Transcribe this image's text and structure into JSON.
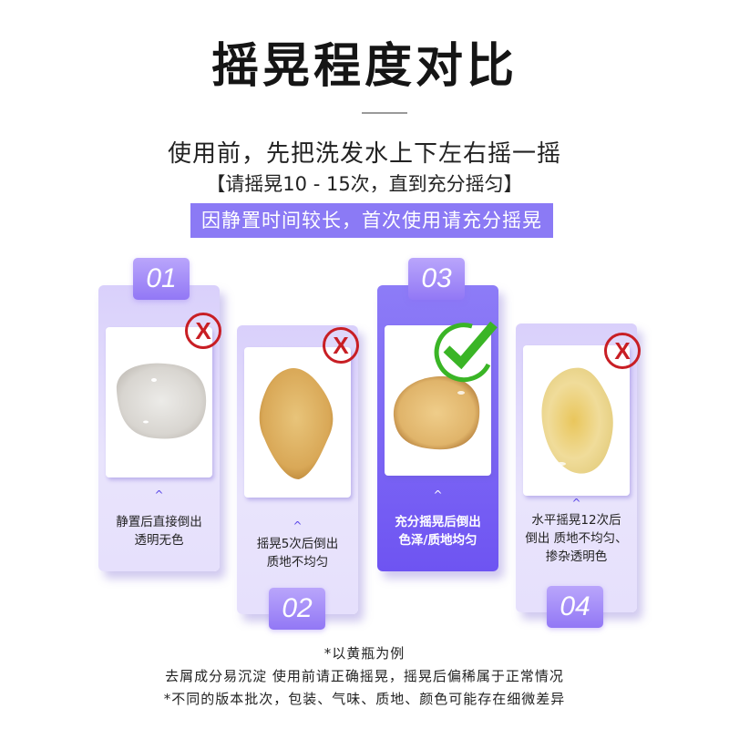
{
  "header": {
    "title": "摇晃程度对比",
    "subtitle_line1": "使用前，先把洗发水上下左右摇一摇",
    "subtitle_line2": "【请摇晃10 - 15次，直到充分摇匀】",
    "banner": "因静置时间较长，首次使用请充分摇晃"
  },
  "cards": [
    {
      "number": "01",
      "status": "x",
      "caption_line1": "静置后直接倒出",
      "caption_line2": "透明无色",
      "caption_line3": "",
      "chevron": "^"
    },
    {
      "number": "02",
      "status": "x",
      "caption_line1": "摇晃5次后倒出",
      "caption_line2": "质地不均匀",
      "caption_line3": "",
      "chevron": "^"
    },
    {
      "number": "03",
      "status": "check",
      "caption_line1": "充分摇晃后倒出",
      "caption_line2": "色泽/质地均匀",
      "caption_line3": "",
      "chevron": "^"
    },
    {
      "number": "04",
      "status": "x",
      "caption_line1": "水平摇晃12次后",
      "caption_line2": "倒出 质地不均匀、",
      "caption_line3": "掺杂透明色",
      "chevron": "^"
    }
  ],
  "marks": {
    "x_symbol": "X",
    "x_color": "#c81e24",
    "check_color": "#3ab526"
  },
  "footer": {
    "line1": "*以黄瓶为例",
    "line2": "去屑成分易沉淀 使用前请正确摇晃，摇晃后偏稀属于正常情况",
    "line3": "*不同的版本批次，包装、气味、质地、颜色可能存在细微差异"
  },
  "colors": {
    "accent": "#8b7af5",
    "active_card": "#6e54f2",
    "light_card": "#e6e0fc"
  }
}
